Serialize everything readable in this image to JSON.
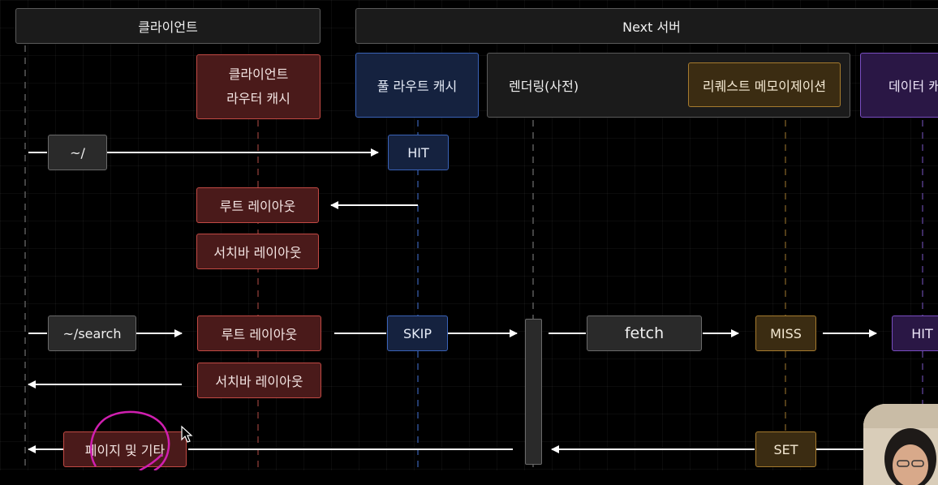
{
  "lanes": {
    "client": "클라이언트",
    "server": "Next 서버"
  },
  "headers": {
    "client_router_cache": [
      "클라이언트",
      "라우터 캐시"
    ],
    "full_route_cache": "풀 라우트 캐시",
    "rendering": "렌더링(사전)",
    "request_memoization": "리퀘스트 메모이제이션",
    "data_cache": "데이터 캐"
  },
  "flow1": {
    "path": "~/",
    "hit": "HIT",
    "root_layout": "루트 레이아웃",
    "searchbar_layout": "서치바 레이아웃"
  },
  "flow2": {
    "path": "~/search",
    "root_layout": "루트 레이아웃",
    "skip": "SKIP",
    "fetch": "fetch",
    "miss": "MISS",
    "data_hit": "HIT",
    "searchbar_layout": "서치바 레이아웃"
  },
  "flow3": {
    "page_etc": "페이지 및 기타",
    "set": "SET"
  },
  "colors": {
    "client_cache": "#c24a44",
    "full_route": "#3a63b8",
    "memoization": "#a67b2e",
    "data_cache": "#7a4ec2",
    "highlight": "#d01fb0"
  }
}
